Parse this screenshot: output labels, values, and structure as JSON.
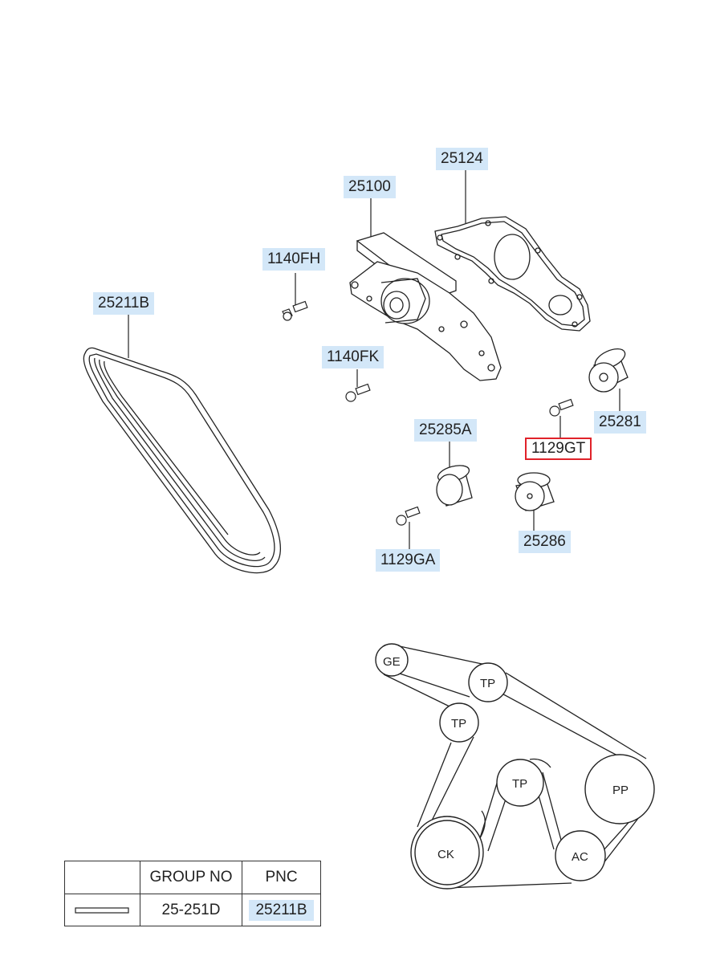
{
  "part_labels": {
    "p25124": "25124",
    "p25100": "25100",
    "p1140FH": "1140FH",
    "p25211B": "25211B",
    "p1140FK": "1140FK",
    "p25281": "25281",
    "p1129GT": "1129GT",
    "p25285A": "25285A",
    "p25286": "25286",
    "p1129GA": "1129GA"
  },
  "selected_part": "1129GT",
  "belt_routing": {
    "ge": "GE",
    "tp1": "TP",
    "tp2": "TP",
    "tp3": "TP",
    "pp": "PP",
    "ck": "CK",
    "ac": "AC"
  },
  "group_table": {
    "col_group": "GROUP NO",
    "col_pnc": "PNC",
    "group_no": "25-251D",
    "pnc": "25211B"
  },
  "colors": {
    "label_bg": "#d3e7f8",
    "selected_border": "#e0222a",
    "line": "#222222"
  }
}
